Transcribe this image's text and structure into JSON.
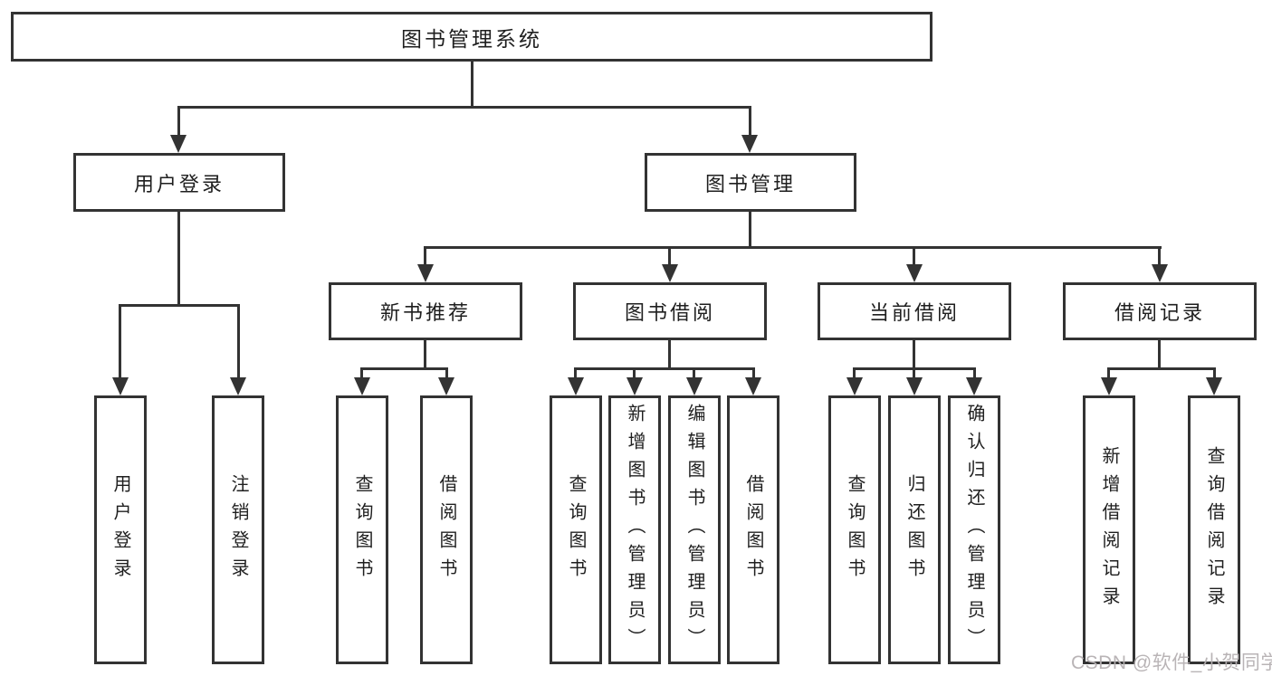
{
  "title": "图书管理系统",
  "level2": {
    "user_login": "用户登录",
    "book_mgmt": "图书管理"
  },
  "level3": {
    "new_books": "新书推荐",
    "book_borrow": "图书借阅",
    "current_borrow": "当前借阅",
    "borrow_records": "借阅记录"
  },
  "leaves": {
    "user_login": "用户登录",
    "logout": "注销登录",
    "nb_query": "查询图书",
    "nb_borrow": "借阅图书",
    "bb_query": "查询图书",
    "bb_add": "新增图书（管理员）",
    "bb_edit": "编辑图书（管理员）",
    "bb_borrow": "借阅图书",
    "cb_query": "查询图书",
    "cb_return": "归还图书",
    "cb_confirm": "确认归还（管理员）",
    "rec_add": "新增借阅记录",
    "rec_query": "查询借阅记录"
  },
  "watermark": "CSDN @软件_小贺同学",
  "colors": {
    "line": "#333333",
    "border": "#333333",
    "text": "#1f1f1f",
    "watermark": "#b6b1b3",
    "background": "#ffffff"
  }
}
